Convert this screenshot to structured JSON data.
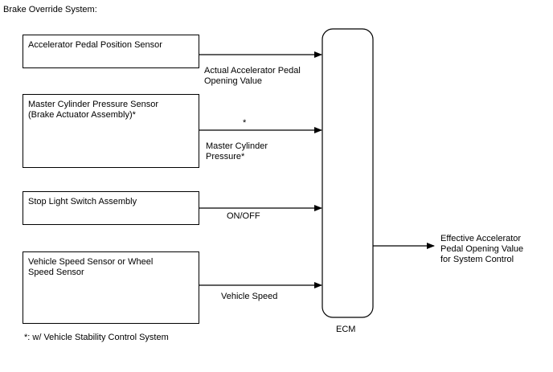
{
  "title": "Brake Override System:",
  "inputs": [
    {
      "box_label": "Accelerator Pedal Position Sensor",
      "signal_label": "Actual Accelerator Pedal\nOpening Value"
    },
    {
      "box_label": "Master Cylinder Pressure Sensor\n(Brake Actuator Assembly)*",
      "signal_above": "*",
      "signal_label": "Master Cylinder\nPressure*"
    },
    {
      "box_label": "Stop Light Switch Assembly",
      "signal_label": "ON/OFF"
    },
    {
      "box_label": "Vehicle Speed Sensor or Wheel\nSpeed Sensor",
      "signal_label": "Vehicle Speed"
    }
  ],
  "ecm": {
    "label": "ECM"
  },
  "output": {
    "label": "Effective Accelerator\nPedal Opening Value\nfor System Control"
  },
  "footnote": "*: w/ Vehicle Stability Control System"
}
